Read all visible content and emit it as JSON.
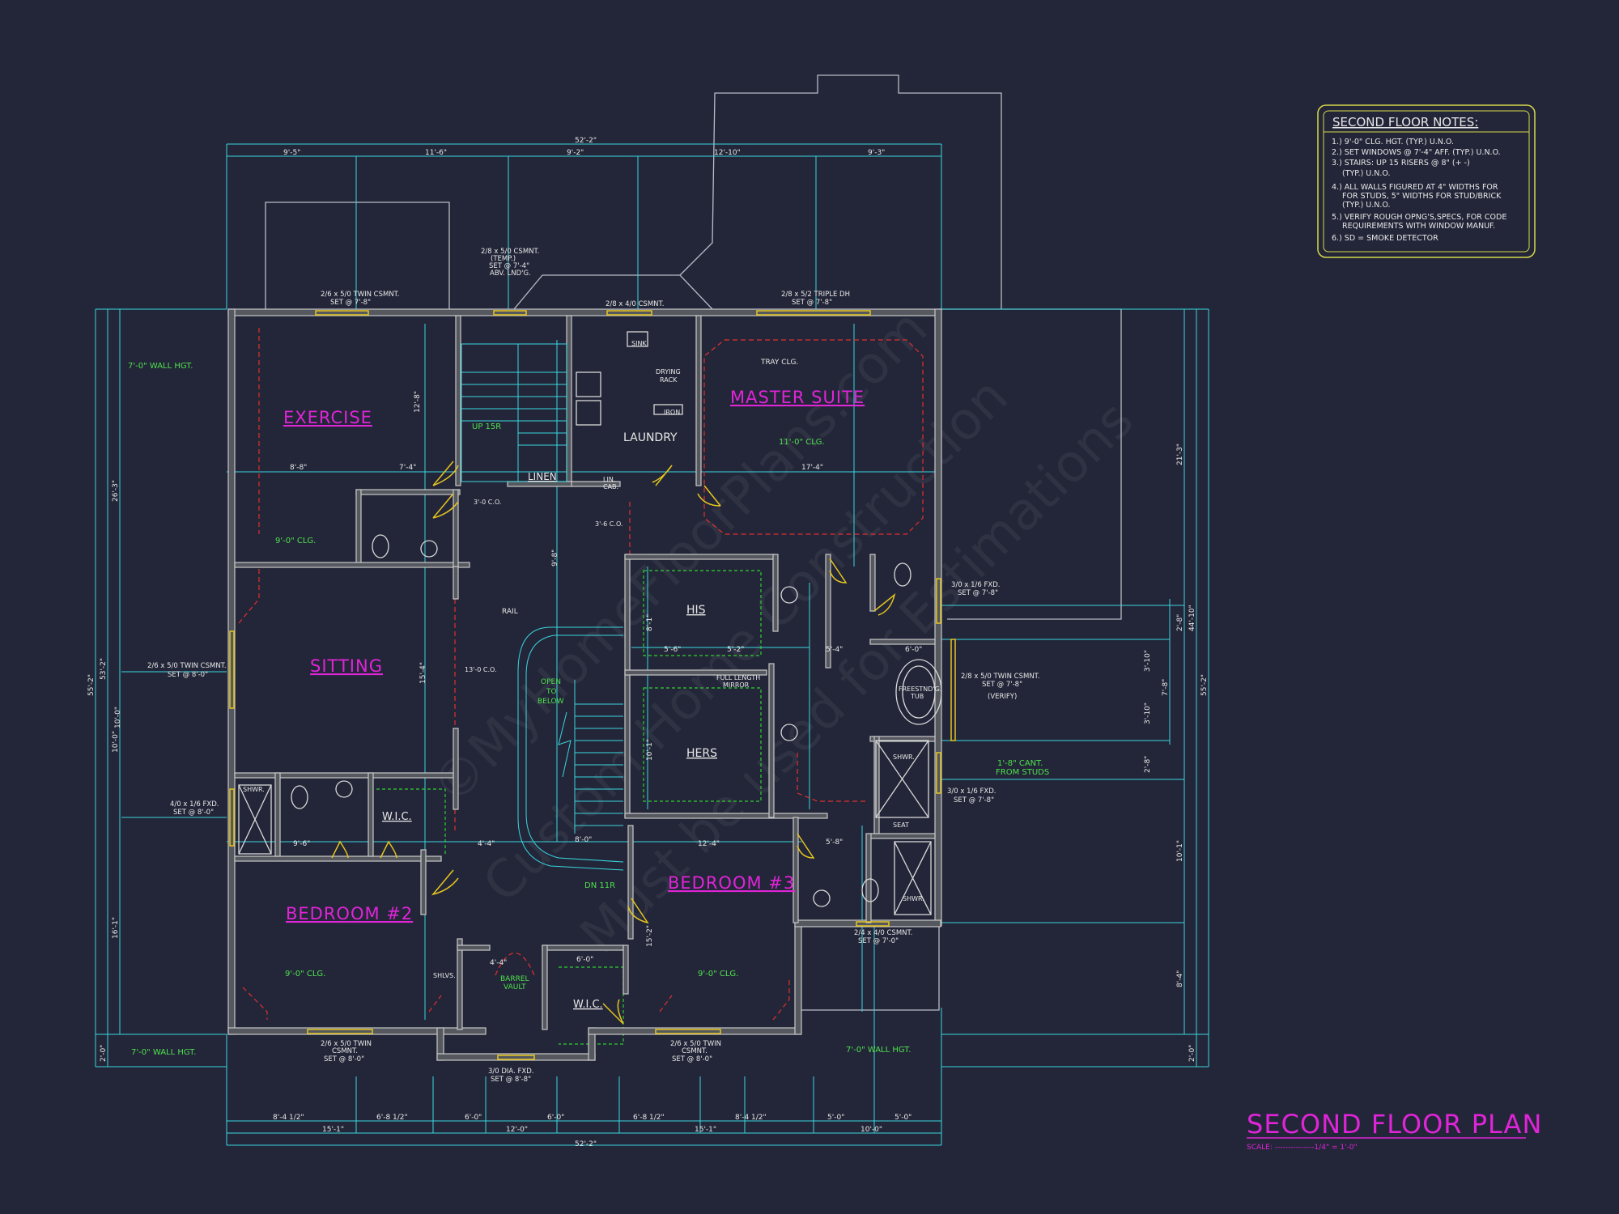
{
  "notes": {
    "title": "SECOND FLOOR NOTES:",
    "items": [
      "1.) 9'-0\" CLG. HGT. (TYP.) U.N.O.",
      "2.) SET WINDOWS @ 7'-4\" AFF. (TYP.) U.N.O.",
      "3.) STAIRS: UP 15 RISERS @ 8\" (+ -)",
      "(TYP.) U.N.O.",
      "4.) ALL WALLS FIGURED AT 4\" WIDTHS FOR",
      "FOR STUDS, 5\" WIDTHS FOR STUD/BRICK",
      "(TYP.) U.N.O.",
      "5.) VERIFY ROUGH OPNG'S,SPECS, FOR CODE",
      "REQUIREMENTS WITH WINDOW MANUF.",
      "6.) SD = SMOKE DETECTOR"
    ]
  },
  "plan_title": "SECOND FLOOR PLAN",
  "scale": "SCALE: ---------------1/4\" = 1'-0\"",
  "rooms": {
    "exercise": "EXERCISE",
    "sitting": "SITTING",
    "master_suite": "MASTER SUITE",
    "laundry": "LAUNDRY",
    "bedroom2": "BEDROOM #2",
    "bedroom3": "BEDROOM #3",
    "his": "HIS",
    "hers": "HERS",
    "wic1": "W.I.C.",
    "wic2": "W.I.C.",
    "linen": "LINEN"
  },
  "labels": {
    "wall_hgt_tl": "7'-0\" WALL HGT.",
    "wall_hgt_bl": "7'-0\" WALL HGT.",
    "wall_hgt_br": "7'-0\" WALL HGT.",
    "clg_ex": "9'-0\" CLG.",
    "clg_master": "11'-0\" CLG.",
    "clg_b2": "9'-0\" CLG.",
    "clg_b3": "9'-0\" CLG.",
    "tray": "TRAY CLG.",
    "up": "UP 15R",
    "dn": "DN 11R",
    "open1": "OPEN",
    "open2": "TO",
    "open3": "BELOW",
    "rail": "RAIL",
    "barrel1": "BARREL",
    "barrel2": "VAULT",
    "cant1": "1'-8\" CANT.",
    "cant2": "FROM STUDS",
    "sink": "SINK",
    "drying1": "DRYING",
    "drying2": "RACK",
    "iron": "IRON",
    "lincab1": "LIN.",
    "lincab2": "CAB.",
    "mirror1": "FULL LENGTH",
    "mirror2": "MIRROR",
    "tub1": "FREESTND'G.",
    "tub2": "TUB",
    "shwr": "SHWR.",
    "seat": "SEAT",
    "shlvs": "SHLVS.",
    "co1": "3'-0 C.O.",
    "co2": "3'-6 C.O.",
    "co3": "13'-0 C.O."
  },
  "windows": {
    "w1a": "2/6 x 5/0 TWIN CSMNT.",
    "w1b": "SET @ 7'-8\"",
    "w2a": "2/8 x 5/0 CSMNT.",
    "w2b": "(TEMP.)",
    "w2c": "SET @ 7'-4\"",
    "w2d": "ABV. LND'G.",
    "w3a": "2/8 x 4/0 CSMNT.",
    "w4a": "2/8 x 5/2 TRIPLE DH",
    "w4b": "SET @ 7'-8\"",
    "w5a": "3/0 x 1/6 FXD.",
    "w5b": "SET @ 7'-8\"",
    "w6a": "2/8 x 5/0 TWIN CSMNT.",
    "w6b": "SET @ 7'-8\"",
    "w6c": "(VERIFY)",
    "w7a": "3/0 x 1/6 FXD.",
    "w7b": "SET @ 7'-8\"",
    "w8a": "2/6 x 5/0 TWIN CSMNT.",
    "w8b": "SET @ 8'-0\"",
    "w9a": "4/0 x 1/6 FXD.",
    "w9b": "SET @ 8'-0\"",
    "w10a": "2/6 x 5/0 TWIN",
    "w10b": "CSMNT.",
    "w10c": "SET @ 8'-0\"",
    "w11a": "3/0 DIA. FXD.",
    "w11b": "SET @ 8'-8\"",
    "w12a": "2/6 x 5/0 TWIN",
    "w12b": "CSMNT.",
    "w12c": "SET @ 8'-0\"",
    "w13a": "2/4 x 4/0 CSMNT.",
    "w13b": "SET @ 7'-0\""
  },
  "dims": {
    "top_total": "52'-2\"",
    "t1": "9'-5\"",
    "t2": "11'-6\"",
    "t3": "9'-2\"",
    "t4": "12'-10\"",
    "t5": "9'-3\"",
    "bot_total": "52'-2\"",
    "b1": "8'-4 1/2\"",
    "b2": "6'-8 1/2\"",
    "b3": "6'-0\"",
    "b4": "6'-0\"",
    "b5": "6'-8 1/2\"",
    "b6": "8'-4 1/2\"",
    "b7": "5'-0\"",
    "b8": "5'-0\"",
    "bb1": "15'-1\"",
    "bb2": "12'-0\"",
    "bb3": "15'-1\"",
    "bb4": "10'-0\"",
    "l_total": "55'-2\"",
    "l1": "53'-2\"",
    "l2": "26'-3\"",
    "l3": "10'-0\"",
    "l4": "16'-1\"",
    "l5": "2'-0\"",
    "r_total": "55'-2\"",
    "r1": "44'-10\"",
    "r2": "21'-3\"",
    "r3": "2'-8\"",
    "r4": "3'-10\"",
    "r5": "3'-10\"",
    "r6": "2'-8\"",
    "r7": "10'-1\"",
    "r8": "8'-4\"",
    "r9": "2'-0\"",
    "r10": "7'-8\"",
    "i1": "8'-8\"",
    "i2": "7'-4\"",
    "i3": "17'-4\"",
    "i4": "5'-4\"",
    "i5": "12'-4\"",
    "i6": "4'-4\"",
    "i7": "9'-6\"",
    "i8": "8'-0\"",
    "i9": "12'-8\"",
    "i10": "15'-4\"",
    "i11": "10'-0\"",
    "i12": "9'-8\"",
    "i13": "5'-6\"",
    "i14": "5'-2\"",
    "i15": "4'-4\"",
    "i16": "6'-0\"",
    "i17": "6'-0\"",
    "i18": "8'-1\"",
    "i19": "10'-1\"",
    "i20": "5'-8\"",
    "i21": "15'-2\""
  },
  "watermark": {
    "l1": "©MyHomeFloorPlans.com",
    "l2": "Custom Home Construction",
    "l3": "Must be used for Estimations"
  }
}
